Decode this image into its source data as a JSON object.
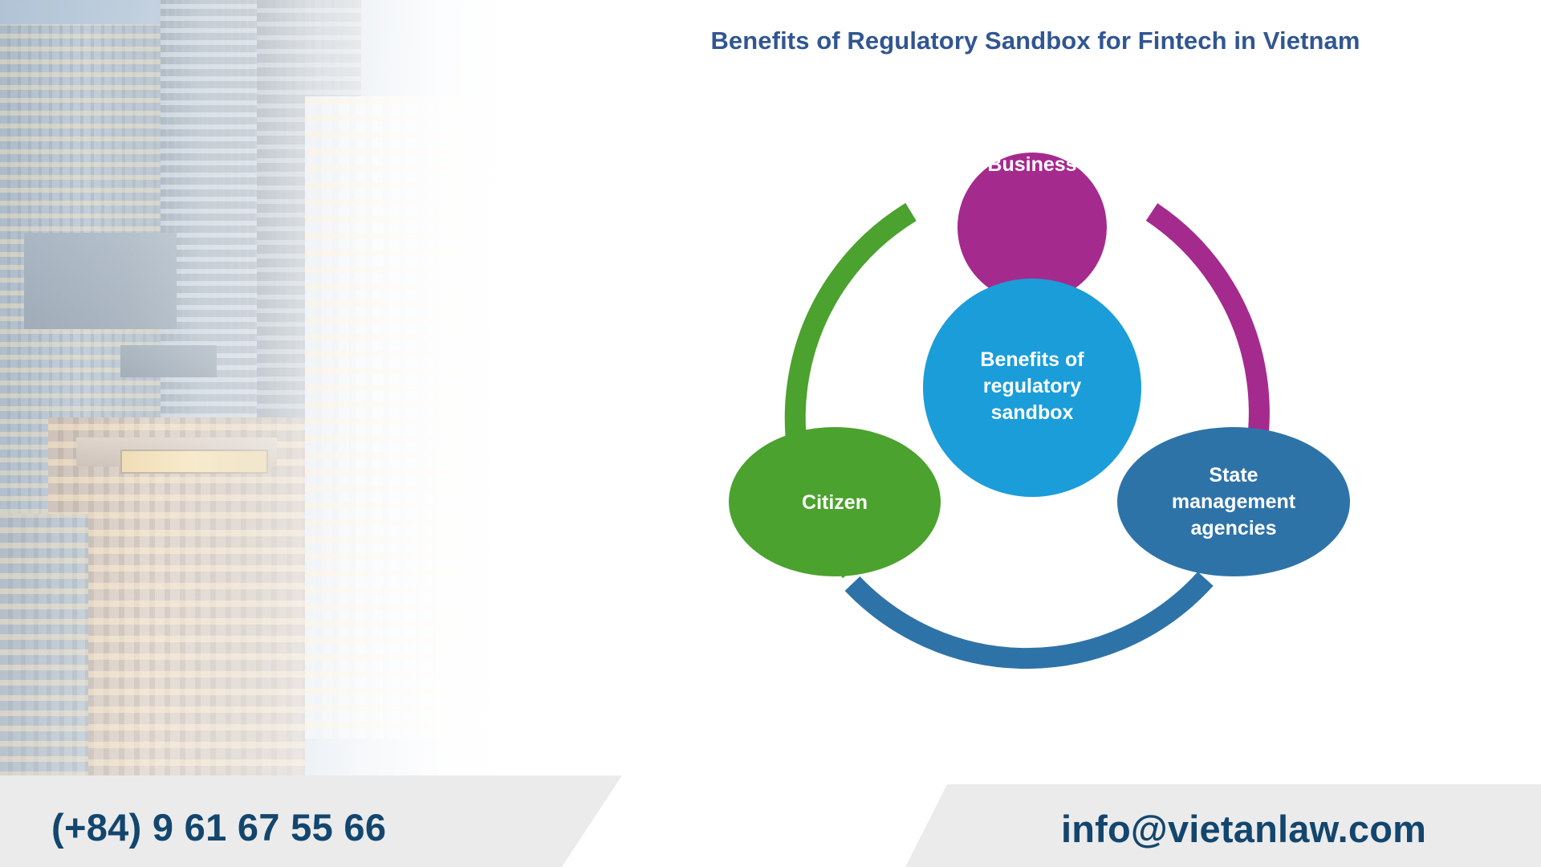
{
  "page": {
    "title": "Benefits of Regulatory Sandbox for Fintech in Vietnam",
    "background_color": "#ffffff",
    "title_color": "#315691"
  },
  "photo": {
    "alt_name": "city-skyscrapers-photo",
    "position": "left",
    "fade_direction": "left-to-right"
  },
  "diagram": {
    "type": "cycle",
    "center": {
      "label_line1": "Benefits of",
      "label_line2": "regulatory",
      "label_line3": "sandbox",
      "color": "#1b9dd9",
      "shape": "circle"
    },
    "nodes": [
      {
        "id": "business",
        "label_line1": "Business",
        "label_line2": "",
        "label_line3": "",
        "color": "#a52a8e",
        "shape": "circle",
        "position": "top"
      },
      {
        "id": "state-management-agencies",
        "label_line1": "State",
        "label_line2": "management",
        "label_line3": "agencies",
        "color": "#2e73a8",
        "shape": "ellipse",
        "position": "bottom-right"
      },
      {
        "id": "citizen",
        "label_line1": "Citizen",
        "label_line2": "",
        "label_line3": "",
        "color": "#4ba22e",
        "shape": "ellipse",
        "position": "bottom-left"
      }
    ],
    "arcs": [
      {
        "id": "arc-business-to-state",
        "color": "#a52a8e"
      },
      {
        "id": "arc-state-to-citizen",
        "color": "#2e73a8"
      },
      {
        "id": "arc-citizen-to-business",
        "color": "#4ba22e"
      }
    ]
  },
  "footer": {
    "phone": "(+84) 9 61 67 55 66",
    "email": "info@vietanlaw.com",
    "bar_color": "#ebebeb",
    "text_color": "#13466e"
  }
}
